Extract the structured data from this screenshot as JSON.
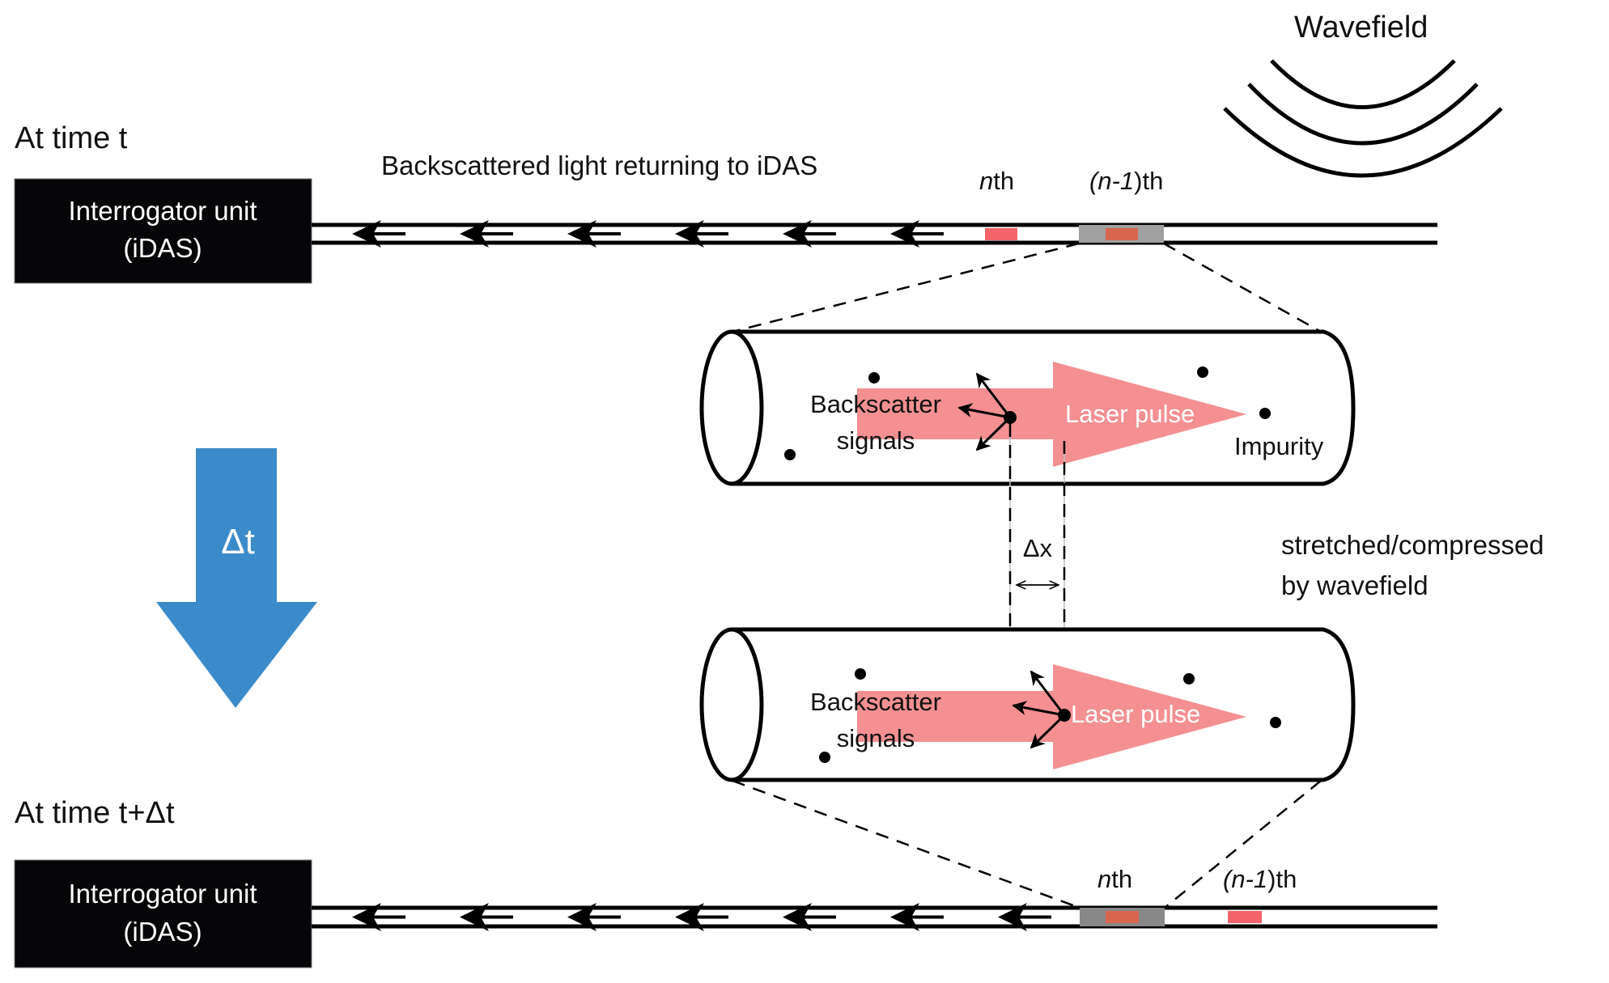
{
  "colors": {
    "laser_pulse": "#f49092",
    "section_highlight": "#a0a0a0",
    "section_pulse_dark": "#d8654e",
    "section_pulse": "#f2636a",
    "time_arrow": "#3b8bca",
    "interrogator_box": "#060608"
  },
  "labels": {
    "wavefield": "Wavefield",
    "time_t": "At time t",
    "time_t_dt": "At time t+Δt",
    "backscattered_light": "Backscattered light returning to iDAS",
    "delta_t": "Δt",
    "delta_x": "Δx",
    "stretched_line1": "stretched/compressed",
    "stretched_line2": "by wavefield"
  },
  "interrogator": {
    "line1": "Interrogator unit",
    "line2": "(iDAS)"
  },
  "sections": {
    "nth_italic": "n",
    "nth_suffix": "th",
    "n1_open": "(",
    "n1_italic": "n-1",
    "n1_suffix": ")th"
  },
  "cylinder_top": {
    "backscatter_line1": "Backscatter",
    "backscatter_line2": "signals",
    "laser_pulse": "Laser pulse",
    "impurity": "Impurity"
  },
  "cylinder_bottom": {
    "backscatter_line1": "Backscatter",
    "backscatter_line2": "signals",
    "laser_pulse": "Laser pulse"
  },
  "fiber_top": {
    "arrow_count": 6
  },
  "fiber_bottom": {
    "arrow_count": 7
  }
}
